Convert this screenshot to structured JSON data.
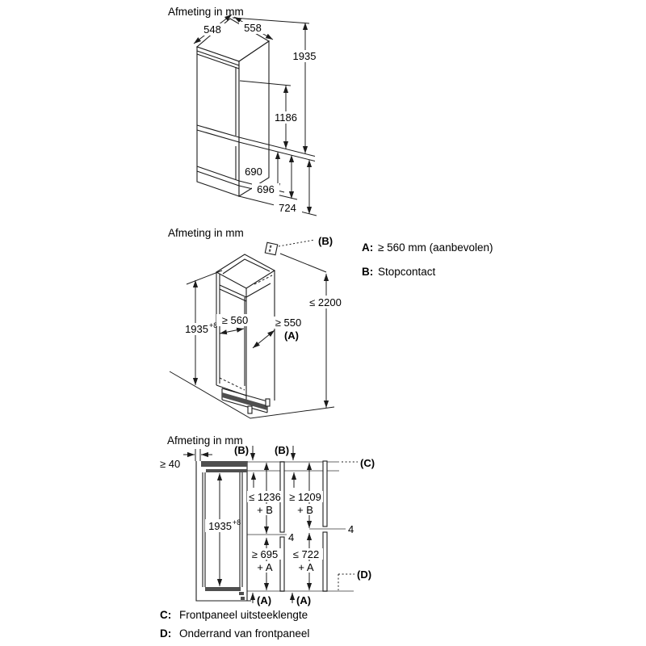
{
  "colors": {
    "line": "#1c1c1c",
    "gray_line": "#b3b3b3",
    "dark_fill": "#4f4f4f",
    "background": "#ffffff",
    "text": "#000000"
  },
  "top": {
    "title": "Afmeting in mm",
    "width_left": "548",
    "depth_right": "558",
    "height_total": "1935",
    "fridge_door_height": "1186",
    "freezer_door_height": "690",
    "freezer_front_height": "696",
    "freezer_section_height": "724"
  },
  "middle": {
    "title": "Afmeting in mm",
    "niche_height": "1935",
    "niche_height_tolerance": "+8",
    "niche_width": "≥ 560",
    "niche_depth": "≥ 550",
    "niche_depth_ref": "(A)",
    "max_ceiling_height": "≤ 2200",
    "socket_ref": "(B)",
    "legend_a_key": "A:",
    "legend_a_text": "≥ 560 mm (aanbevolen)",
    "legend_b_key": "B:",
    "legend_b_text": "Stopcontact"
  },
  "bottom": {
    "title": "Afmeting in mm",
    "wall_gap": "≥ 40",
    "b_ref_left": "(B)",
    "b_ref_right": "(B)",
    "c_ref": "(C)",
    "d_ref": "(D)",
    "a_ref_left": "(A)",
    "a_ref_right": "(A)",
    "niche_height": "1935",
    "niche_height_tolerance": "+8",
    "upper_door_dim": "≤ 1236",
    "upper_door_dim_suffix": "+ B",
    "upper_panel_dim": "≥ 1209",
    "upper_panel_dim_suffix": "+ B",
    "gap_left": "4",
    "gap_right": "4",
    "lower_door_dim": "≥ 695",
    "lower_door_dim_suffix": "+ A",
    "lower_panel_dim": "≤ 722",
    "lower_panel_dim_suffix": "+ A",
    "legend_c_key": "C:",
    "legend_c_text": "Frontpaneel uitsteeklengte",
    "legend_d_key": "D:",
    "legend_d_text": "Onderrand van frontpaneel"
  }
}
